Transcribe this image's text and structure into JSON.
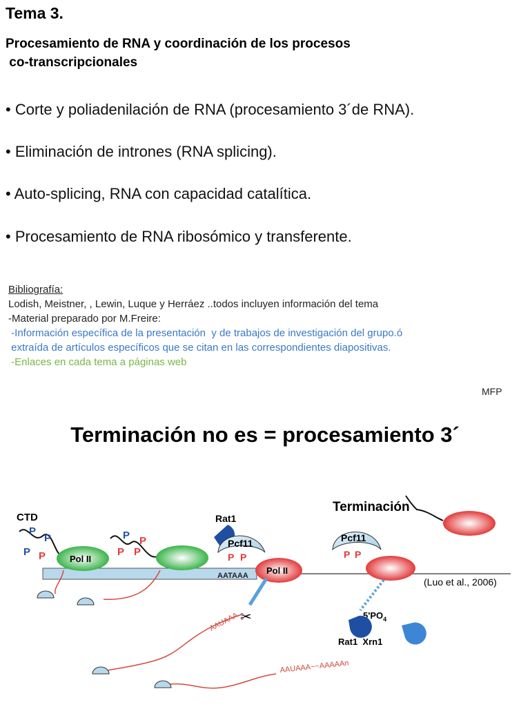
{
  "slide1": {
    "title": "Tema 3.",
    "subtitle_line1": "Procesamiento de RNA y coordinación de los procesos",
    "subtitle_line2": " co-transcripcionales",
    "bullets": [
      "• Corte y poliadenilación de RNA (procesamiento 3´de RNA).",
      "• Eliminación de intrones (RNA splicing).",
      "• Auto-splicing, RNA con capacidad catalítica.",
      "• Procesamiento de RNA ribosómico y transferente."
    ],
    "bibliography": {
      "heading": "Bibliografía:",
      "line1": "Lodish, Meistner, , Lewin, Luque y Herráez  ..todos incluyen información del tema",
      "line2": "-Material preparado por M.Freire:",
      "line3": " -Información específica de la presentación  y de trabajos de investigación del grupo.ó",
      "line4": " extraída de artículos específicos que se citan en las correspondientes diapositivas.",
      "line5": " -Enlaces en cada tema a páginas web"
    },
    "author": "MFP",
    "colors": {
      "blue_text": "#3a78c9",
      "green_text": "#7ab648"
    }
  },
  "slide2": {
    "title": "Terminación  no es = procesamiento 3´",
    "diagram": {
      "ctd": "CTD",
      "pol": "Pol II",
      "p": "P",
      "rat1": "Rat1",
      "pcf11": "Pcf11",
      "aataaa": "AATAAA",
      "termination": "Terminación",
      "citation": "(Luo et al., 2006)",
      "po4_main": "5'PO",
      "po4_sub": "4",
      "rat1_xrn1": "Rat1  Xrn1",
      "auauaa": "AAUAAA",
      "polya": "AAUAAA~~AAAAAn"
    },
    "colors": {
      "pol_green": "#3cb44b",
      "pol_red": "#e23b3b",
      "rat1_blue": "#1f4fa3",
      "xrn1_blue": "#3d86d6",
      "dna_fill": "#b8d8ec",
      "rna_red": "#d24a3c",
      "linker_blue": "#5aa0dc"
    }
  }
}
